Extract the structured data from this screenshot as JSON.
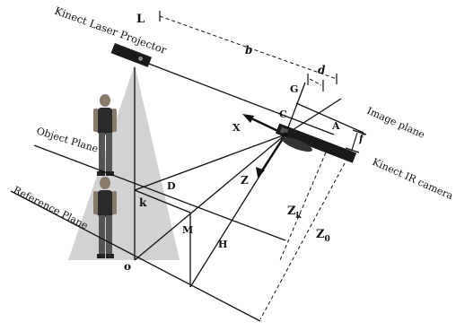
{
  "labels": {
    "L": "L",
    "kinect_laser_projector": "Kinect Laser Projector",
    "b": "b",
    "d": "d",
    "G": "G",
    "C": "C",
    "A": "A",
    "X": "X",
    "image_plane": "Image plane",
    "f": "f",
    "kinect_ir_camera": "Kinect IR camera",
    "object_plane": "Object Plane",
    "reference_plane": "Reference Plane",
    "D": "D",
    "k": "k",
    "Z": "Z",
    "Zk": "Z",
    "Zk_sub": "k",
    "Z0": "Z",
    "Z0_sub": "0",
    "M": "M",
    "H": "H",
    "o": "o"
  },
  "colors": {
    "line": "#111111",
    "cone": "#d0d0d0",
    "device": "#1a1a1a"
  }
}
